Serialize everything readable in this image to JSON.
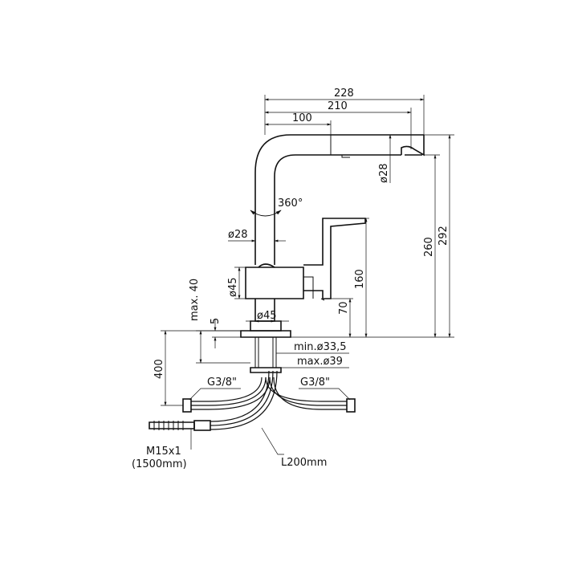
{
  "dimensions": {
    "d228": "228",
    "d210": "210",
    "d100": "100",
    "d28_top": "ø28",
    "d360": "360°",
    "d28_mid": "ø28",
    "d45_side": "ø45",
    "d45_base": "ø45",
    "max40": "max. 40",
    "d5": "5",
    "d160": "160",
    "d70": "70",
    "d260": "260",
    "d292": "292",
    "d400": "400",
    "min335": "min.ø33,5",
    "max39": "max.ø39"
  },
  "connections": {
    "g38_left": "G3/8\"",
    "g38_right": "G3/8\"",
    "m15": "M15x1",
    "m15_len": "(1500mm)",
    "l200": "L200mm"
  }
}
